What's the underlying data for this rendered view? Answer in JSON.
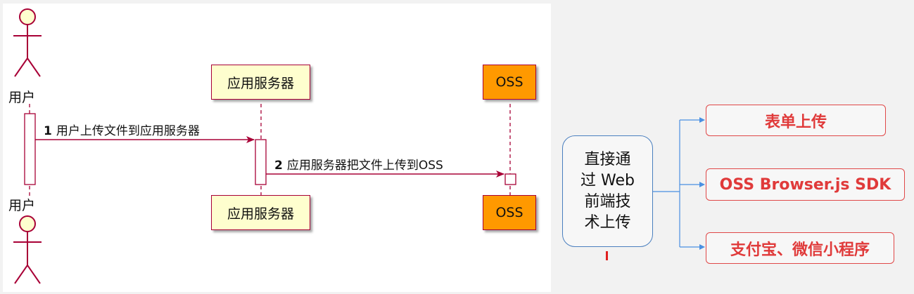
{
  "sequence": {
    "actor_top_label": "用户",
    "actor_bottom_label": "用户",
    "server_top_label": "应用服务器",
    "server_bottom_label": "应用服务器",
    "oss_top_label": "OSS",
    "oss_bottom_label": "OSS",
    "messages": [
      {
        "number": "1",
        "text": "用户上传文件到应用服务器"
      },
      {
        "number": "2",
        "text": "应用服务器把文件上传到OSS"
      }
    ]
  },
  "mindmap": {
    "root_lines": [
      "直接通",
      "过 Web",
      "前端技",
      "术上传"
    ],
    "children": [
      "表单上传",
      "OSS Browser.js SDK",
      "支付宝、微信小程序"
    ]
  },
  "colors": {
    "lifeline": "#a80036",
    "participant_fill": "#fefece",
    "oss_fill": "#ff9900",
    "connector": "#4a90e2",
    "leaf_text": "#e03a3a"
  }
}
